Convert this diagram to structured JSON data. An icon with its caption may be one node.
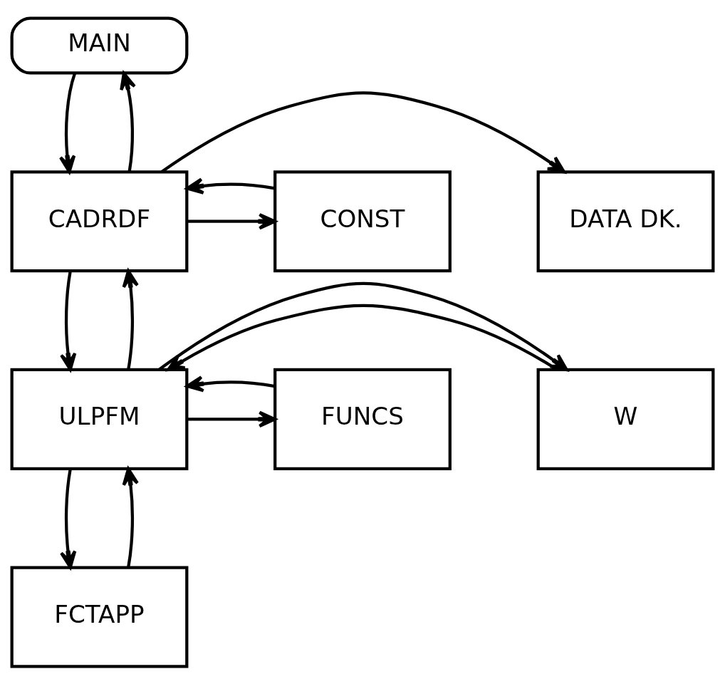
{
  "diagram": {
    "nodes": [
      {
        "text": [
          "MAIN"
        ]
      },
      {
        "text": [
          "CADRDF"
        ]
      },
      {
        "text": [
          "DATA DK."
        ]
      },
      {
        "text": [
          "CONST"
        ]
      },
      {
        "text": [
          "W"
        ]
      },
      {
        "text": [
          "ULPFM"
        ]
      },
      {
        "text": [
          "FUNCS"
        ]
      },
      {
        "text": [
          "FCTAPP"
        ]
      }
    ],
    "edges": [
      {
        "from": 1,
        "to": 0,
        "arrow": "to"
      },
      {
        "from": 0,
        "to": 1,
        "arrow": "to"
      },
      {
        "from": 1,
        "to": 2,
        "arrow": "to"
      },
      {
        "from": 1,
        "to": 3,
        "arrow": "to"
      },
      {
        "from": 3,
        "to": 1,
        "arrow": "to"
      },
      {
        "from": 5,
        "to": 1,
        "arrow": "to"
      },
      {
        "from": 1,
        "to": 5,
        "arrow": "to"
      },
      {
        "from": 4,
        "to": 5,
        "arrow": "to"
      },
      {
        "from": 5,
        "to": 4,
        "arrow": "to"
      },
      {
        "from": 5,
        "to": 6,
        "arrow": "to"
      },
      {
        "from": 6,
        "to": 5,
        "arrow": "to"
      },
      {
        "from": 7,
        "to": 5,
        "arrow": "to"
      },
      {
        "from": 5,
        "to": 7,
        "arrow": "to"
      }
    ]
  }
}
